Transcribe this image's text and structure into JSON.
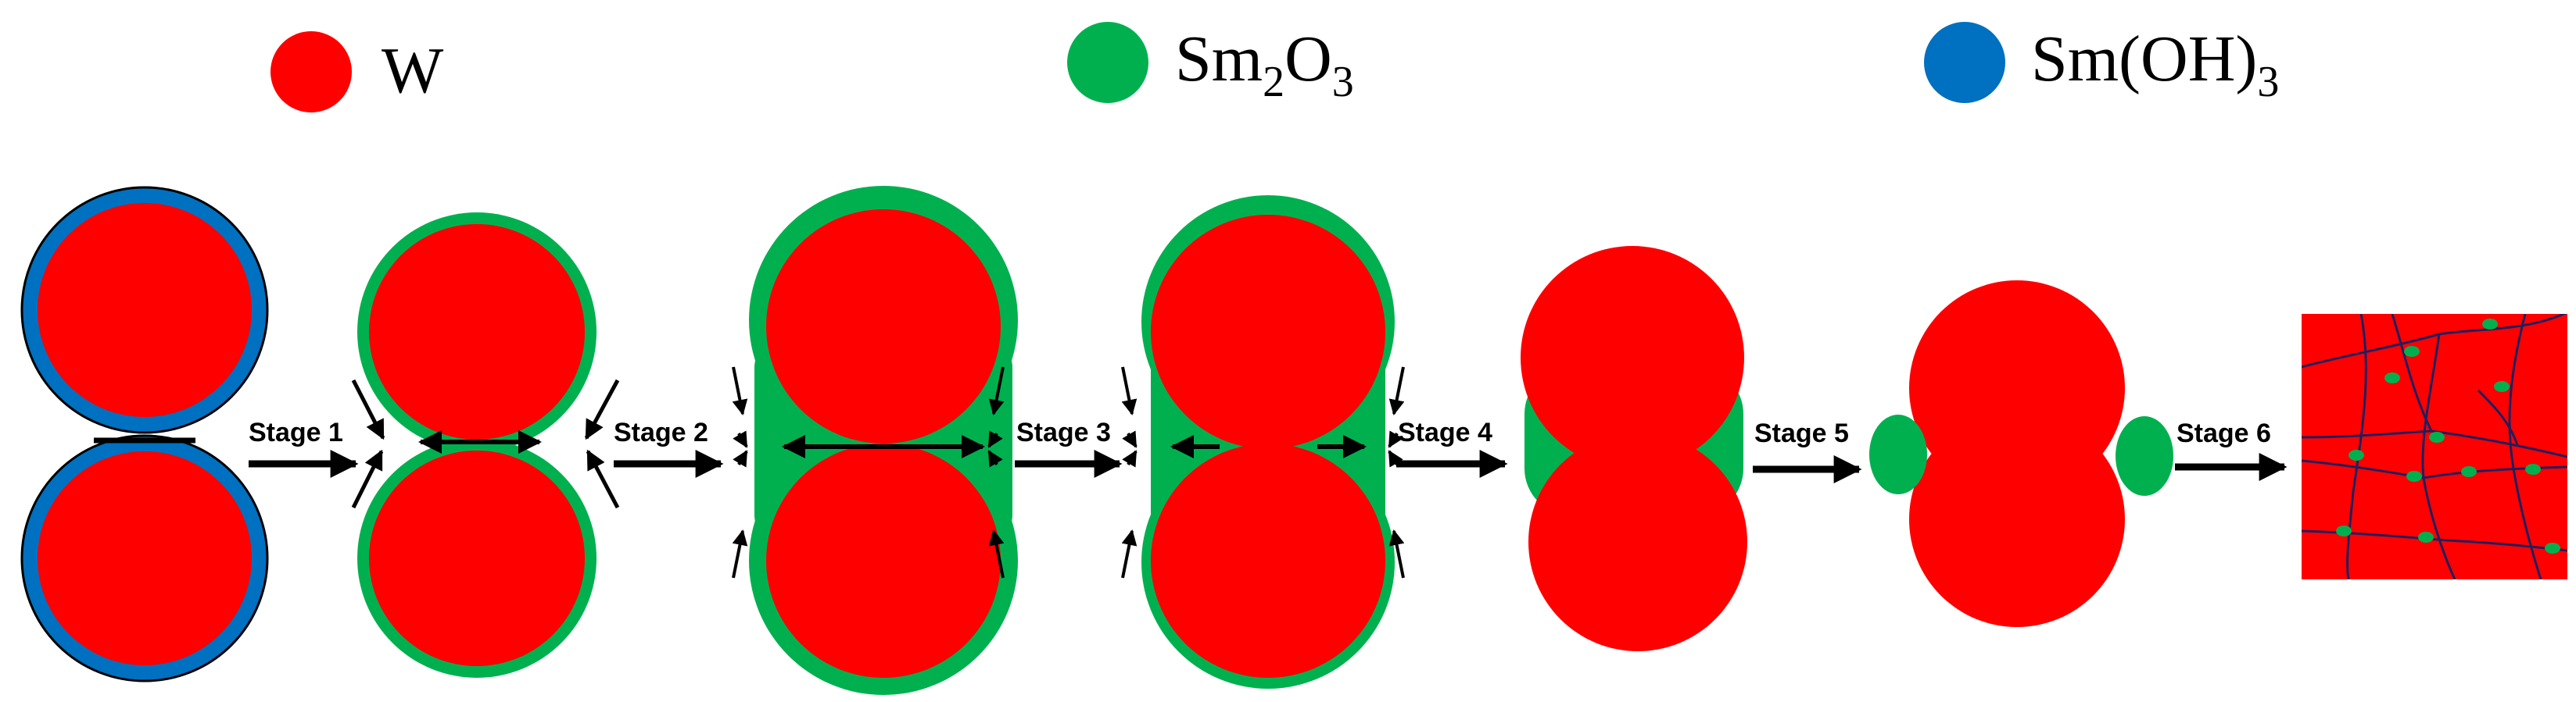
{
  "legend": {
    "w": {
      "label": "W"
    },
    "sm2o3": {
      "base": "Sm",
      "sub1": "2",
      "mid": "O",
      "sub2": "3"
    },
    "smoh3": {
      "base": "Sm(OH)",
      "sub": "3"
    }
  },
  "stages": {
    "s1": "Stage 1",
    "s2": "Stage 2",
    "s3": "Stage 3",
    "s4": "Stage 4",
    "s5": "Stage 5",
    "s6": "Stage 6"
  },
  "colors": {
    "tungsten": "#ff0000",
    "sm2o3": "#00b04f",
    "smoh3": "#0070c0",
    "grain_boundary": "#1f1f5e",
    "ink": "#000000"
  }
}
